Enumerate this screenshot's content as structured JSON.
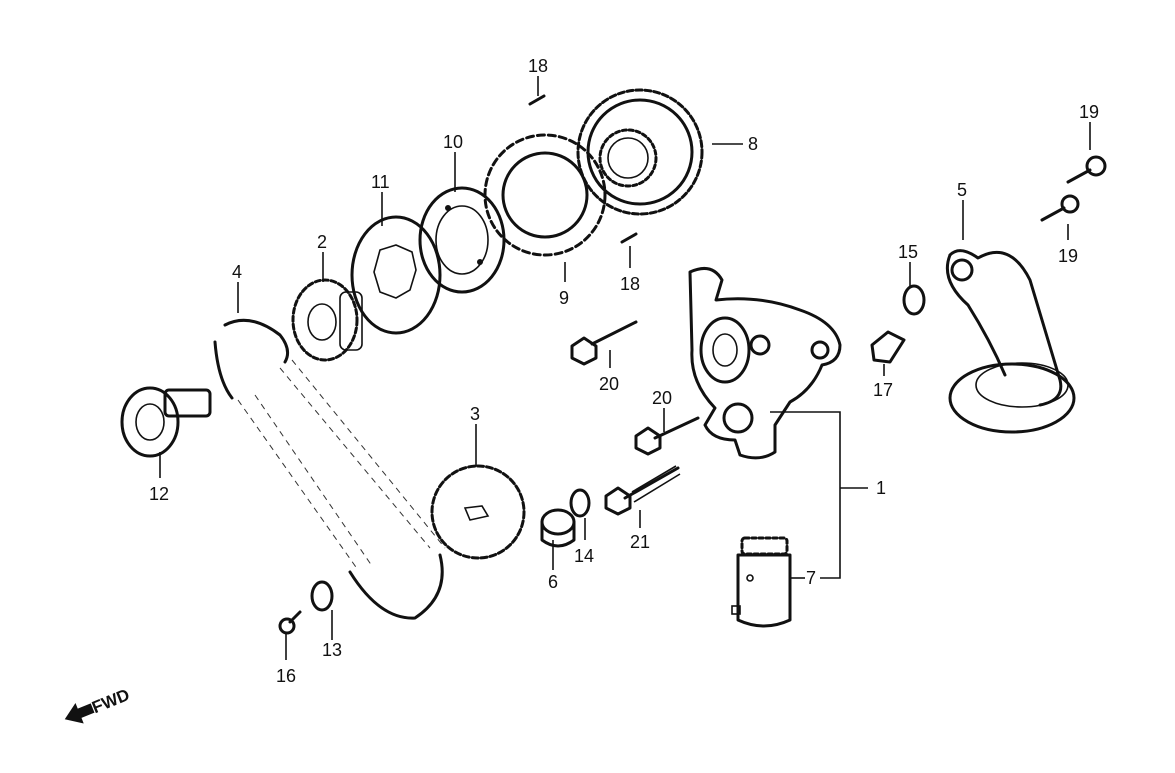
{
  "labels": {
    "p1": "1",
    "p2": "2",
    "p3": "3",
    "p4": "4",
    "p5": "5",
    "p6": "6",
    "p7": "7",
    "p8": "8",
    "p9": "9",
    "p10": "10",
    "p11": "11",
    "p12": "12",
    "p13": "13",
    "p14": "14",
    "p15": "15",
    "p16": "16",
    "p17": "17",
    "p18a": "18",
    "p18b": "18",
    "p19a": "19",
    "p19b": "19",
    "p20a": "20",
    "p20b": "20",
    "p21": "21"
  },
  "fwd": "FWD"
}
